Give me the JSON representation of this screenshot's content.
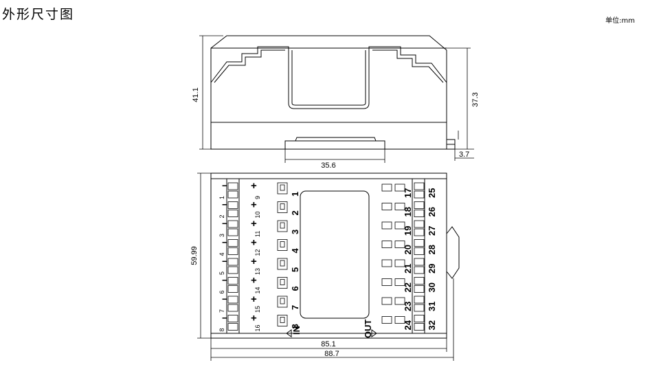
{
  "page": {
    "title": "外形尺寸图",
    "unit": "单位:mm"
  },
  "dimensions": {
    "side_height": "41.1",
    "inner_height": "37.3",
    "rail_width": "35.6",
    "foot": "3.7",
    "front_height": "59.99",
    "body_width": "85.1",
    "overall_width": "88.7"
  },
  "inputs": {
    "label": "IN",
    "channels": [
      "1",
      "2",
      "3",
      "4",
      "5",
      "6",
      "7",
      "8"
    ],
    "minus_terms": [
      "1",
      "2",
      "3",
      "4",
      "5",
      "6",
      "7",
      "8"
    ],
    "plus_terms": [
      "9",
      "10",
      "11",
      "12",
      "13",
      "14",
      "15",
      "16"
    ],
    "plus_sign": "+",
    "minus_sign": "−"
  },
  "outputs": {
    "label": "OUT",
    "channels": [
      "17",
      "18",
      "19",
      "20",
      "21",
      "22",
      "23",
      "24"
    ],
    "right_channels": [
      "25",
      "26",
      "27",
      "28",
      "29",
      "30",
      "31",
      "32"
    ]
  }
}
